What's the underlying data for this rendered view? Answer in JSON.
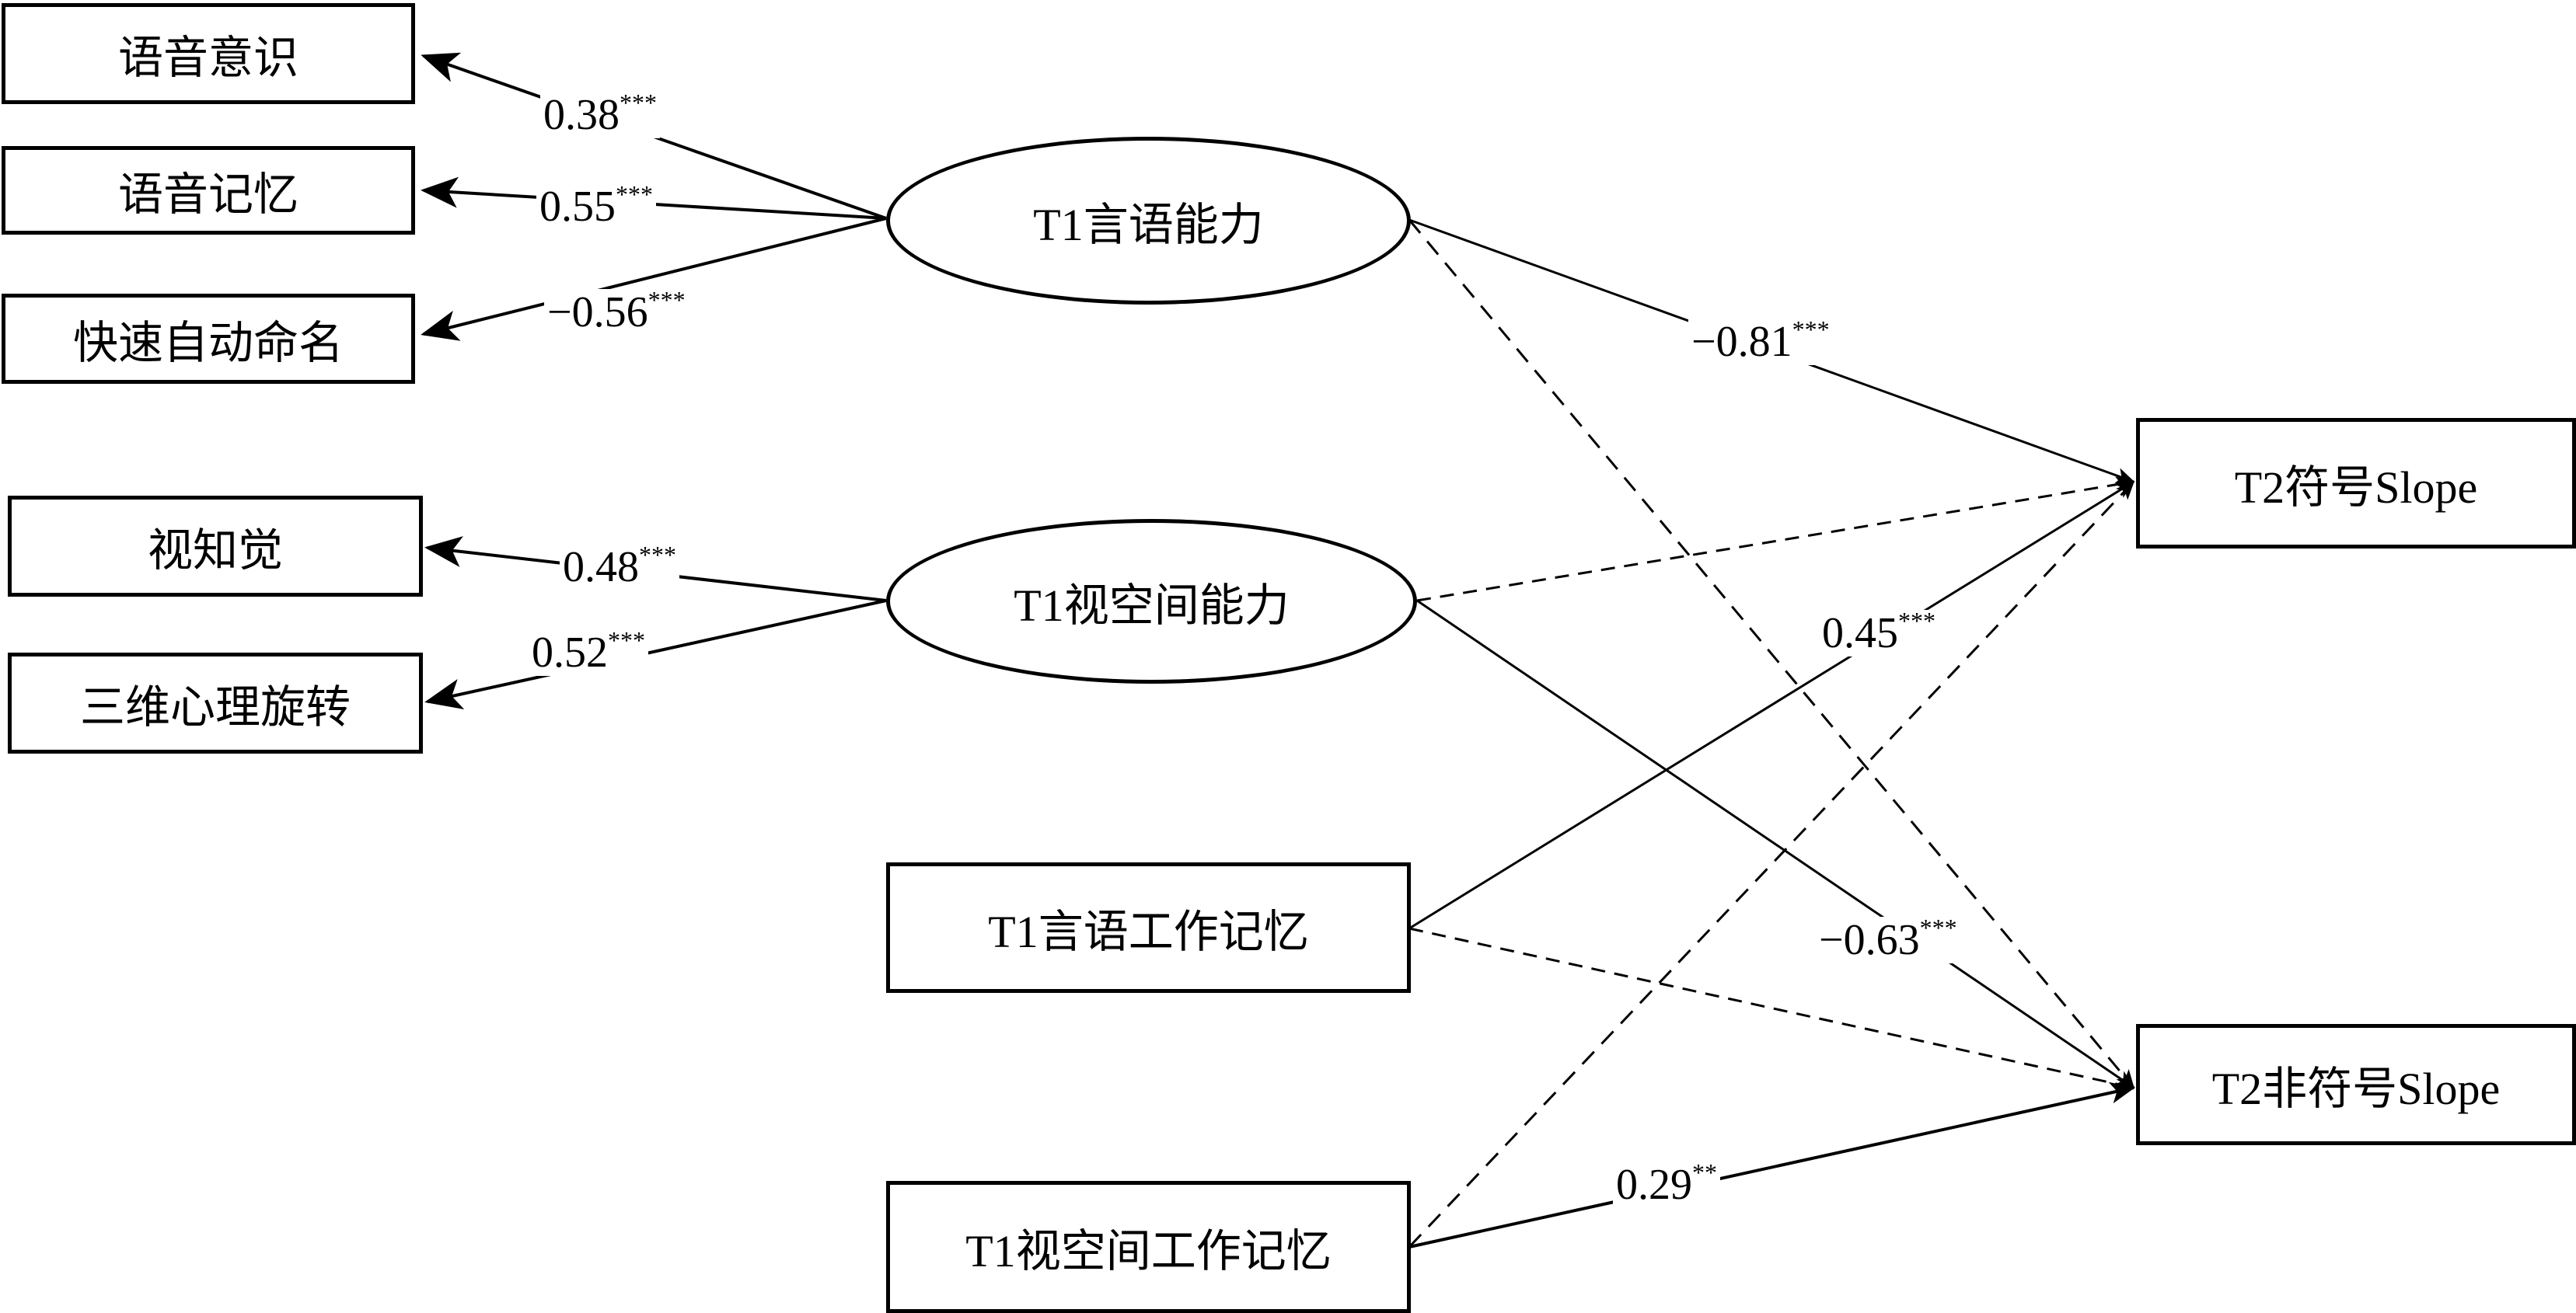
{
  "diagram": {
    "type": "structural-equation-model",
    "indicators": {
      "phon_awareness": "语音意识",
      "phon_memory": "语音记忆",
      "ran": "快速自动命名",
      "visual_perception": "视知觉",
      "mental_rotation": "三维心理旋转"
    },
    "latents": {
      "verbal": "T1言语能力",
      "visuospatial": "T1视空间能力"
    },
    "observed_predictors": {
      "verbal_wm": "T1言语工作记忆",
      "visuospatial_wm": "T1视空间工作记忆"
    },
    "outcomes": {
      "symbolic": "T2符号Slope",
      "nonsymbolic": "T2非符号Slope"
    },
    "loadings": [
      {
        "from": "T1言语能力",
        "to": "语音意识",
        "value": "0.38",
        "sig": "***"
      },
      {
        "from": "T1言语能力",
        "to": "语音记忆",
        "value": "0.55",
        "sig": "***"
      },
      {
        "from": "T1言语能力",
        "to": "快速自动命名",
        "value": "−0.56",
        "sig": "***"
      },
      {
        "from": "T1视空间能力",
        "to": "视知觉",
        "value": "0.48",
        "sig": "***"
      },
      {
        "from": "T1视空间能力",
        "to": "三维心理旋转",
        "value": "0.52",
        "sig": "***"
      }
    ],
    "paths": [
      {
        "from": "T1言语能力",
        "to": "T2符号Slope",
        "value": "−0.81",
        "sig": "***",
        "style": "solid"
      },
      {
        "from": "T1言语能力",
        "to": "T2非符号Slope",
        "value": "",
        "sig": "",
        "style": "dashed"
      },
      {
        "from": "T1视空间能力",
        "to": "T2符号Slope",
        "value": "",
        "sig": "",
        "style": "dashed"
      },
      {
        "from": "T1视空间能力",
        "to": "T2非符号Slope",
        "value": "−0.63",
        "sig": "***",
        "style": "solid"
      },
      {
        "from": "T1言语工作记忆",
        "to": "T2符号Slope",
        "value": "0.45",
        "sig": "***",
        "style": "solid"
      },
      {
        "from": "T1言语工作记忆",
        "to": "T2非符号Slope",
        "value": "",
        "sig": "",
        "style": "dashed"
      },
      {
        "from": "T1视空间工作记忆",
        "to": "T2符号Slope",
        "value": "",
        "sig": "",
        "style": "dashed"
      },
      {
        "from": "T1视空间工作记忆",
        "to": "T2非符号Slope",
        "value": "0.29",
        "sig": "**",
        "style": "solid"
      }
    ]
  }
}
